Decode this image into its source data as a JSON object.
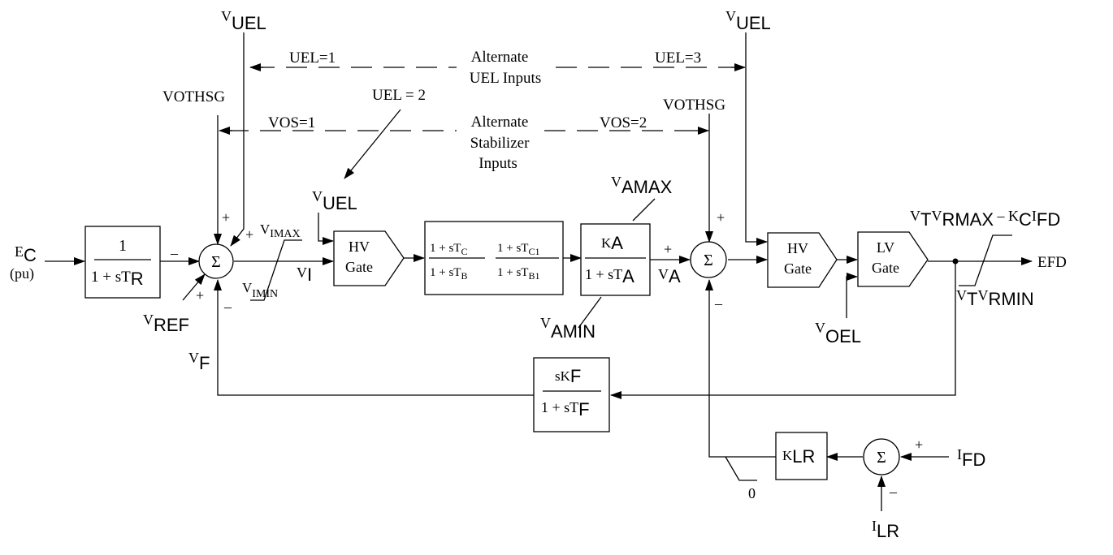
{
  "input": {
    "main": "E",
    "sub": "C",
    "unit": "(pu)"
  },
  "blocks": {
    "transducer": {
      "num": "1",
      "den_main": "1 + sT",
      "den_sub": "R"
    },
    "lead_lag": {
      "num1_main": "1 + sT",
      "num1_sub": "C",
      "den1_main": "1 + sT",
      "den1_sub": "B",
      "num2_main": "1 + sT",
      "num2_sub": "C1",
      "den2_main": "1 + sT",
      "den2_sub": "B1"
    },
    "amplifier": {
      "num_main": "K",
      "num_sub": "A",
      "den_main": "1 + sT",
      "den_sub": "A"
    },
    "feedback": {
      "num_main": "sK",
      "num_sub": "F",
      "den_main": "1 + sT",
      "den_sub": "F"
    },
    "klr": {
      "main": "K",
      "sub": "LR"
    }
  },
  "gates": {
    "hv1": {
      "line1": "HV",
      "line2": "Gate"
    },
    "hv2": {
      "line1": "HV",
      "line2": "Gate"
    },
    "lv": {
      "line1": "LV",
      "line2": "Gate"
    }
  },
  "summers": {
    "symbol": "Σ"
  },
  "signs": {
    "plus": "+",
    "minus": "–"
  },
  "labels": {
    "vuel_left": {
      "main": "V",
      "sub": "UEL"
    },
    "vuel_right": {
      "main": "V",
      "sub": "UEL"
    },
    "vuel_mid": {
      "main": "V",
      "sub": "UEL"
    },
    "vothsg_left": "VOTHSG",
    "vothsg_right": "VOTHSG",
    "uel1": "UEL=1",
    "uel3": "UEL=3",
    "uel2": "UEL = 2",
    "alt_uel_1": "Alternate",
    "alt_uel_2": "UEL Inputs",
    "vos1": "VOS=1",
    "vos2": "VOS=2",
    "alt_stab_1": "Alternate",
    "alt_stab_2": "Stabilizer",
    "alt_stab_3": "Inputs",
    "vref": {
      "main": "V",
      "sub": "REF"
    },
    "vf": {
      "main": "V",
      "sub": "F"
    },
    "vimax": {
      "main": "V",
      "sub": "IMAX"
    },
    "vimin": {
      "main": "V",
      "sub": "IMIN"
    },
    "vi": {
      "main": "V",
      "sub": "I"
    },
    "vamax": {
      "main": "V",
      "sub": "AMAX"
    },
    "vamin": {
      "main": "V",
      "sub": "AMIN"
    },
    "va": {
      "main": "V",
      "sub": "A"
    },
    "voel": {
      "main": "V",
      "sub": "OEL"
    },
    "vrmax": {
      "v1": "V",
      "t": "T",
      "v2": "V",
      "rmax": "RMAX",
      "dash": " – ",
      "k": "K",
      "c": "C",
      "i": "I",
      "fd": "FD"
    },
    "vrmin": {
      "v1": "V",
      "t": "T",
      "v2": "V",
      "rmin": "RMIN"
    },
    "efd": "EFD",
    "ifd": {
      "main": "I",
      "sub": "FD"
    },
    "ilr": {
      "main": "I",
      "sub": "LR"
    },
    "zero": "0"
  }
}
